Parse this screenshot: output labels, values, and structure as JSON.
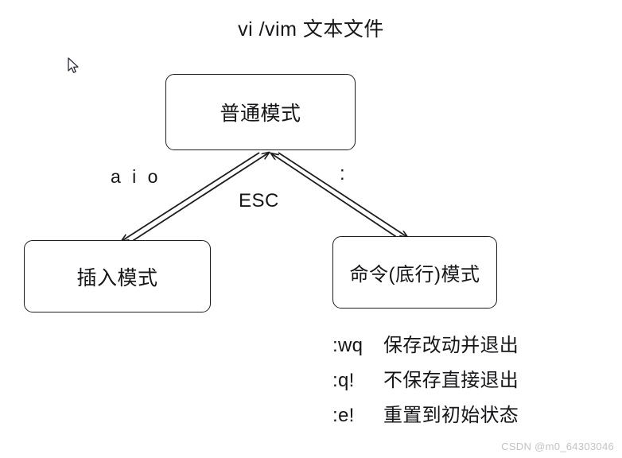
{
  "diagram": {
    "title": "vi /vim   文本文件",
    "type": "state-transition",
    "nodes": [
      {
        "id": "normal",
        "label": "普通模式"
      },
      {
        "id": "insert",
        "label": "插入模式"
      },
      {
        "id": "command",
        "label": "命令(底行)模式"
      }
    ],
    "edges": [
      {
        "from": "normal",
        "to": "insert",
        "label": "a i o"
      },
      {
        "from": "insert",
        "to": "normal",
        "label": "ESC"
      },
      {
        "from": "normal",
        "to": "command",
        "label": ":"
      },
      {
        "from": "command",
        "to": "normal",
        "label": "ESC"
      }
    ],
    "edge_labels": {
      "aio": "a i o",
      "esc": "ESC",
      "colon": ":"
    }
  },
  "commands": {
    "items": [
      {
        "key": ":wq",
        "desc": "保存改动并退出"
      },
      {
        "key": ":q!",
        "desc": "不保存直接退出"
      },
      {
        "key": ":e!",
        "desc": "重置到初始状态"
      }
    ]
  },
  "watermark": {
    "text": "CSDN @m0_64303046"
  },
  "colors": {
    "stroke": "#1d1d1d",
    "text": "#16161a",
    "background": "#ffffff",
    "watermark": "#c3c3c3"
  },
  "icons": {
    "cursor": "mouse-pointer-icon"
  }
}
